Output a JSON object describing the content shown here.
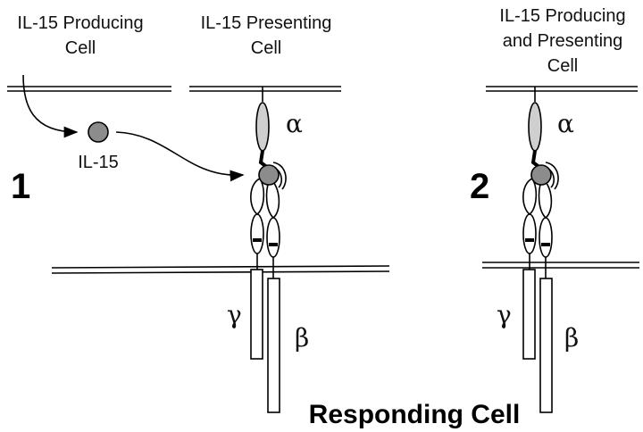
{
  "labels": {
    "producing_line1": "IL-15 Producing",
    "producing_line2": "Cell",
    "presenting_line1": "IL-15 Presenting",
    "presenting_line2": "Cell",
    "both_line1": "IL-15 Producing",
    "both_line2": "and Presenting",
    "both_line3": "Cell",
    "il15": "IL-15",
    "num1": "1",
    "num2": "2",
    "responding": "Responding Cell",
    "alpha": "α",
    "beta": "β",
    "gamma": "γ"
  },
  "colors": {
    "cytokine": "#8c8c8c",
    "alpha_chain": "#cfcfcf",
    "line": "#000000"
  }
}
